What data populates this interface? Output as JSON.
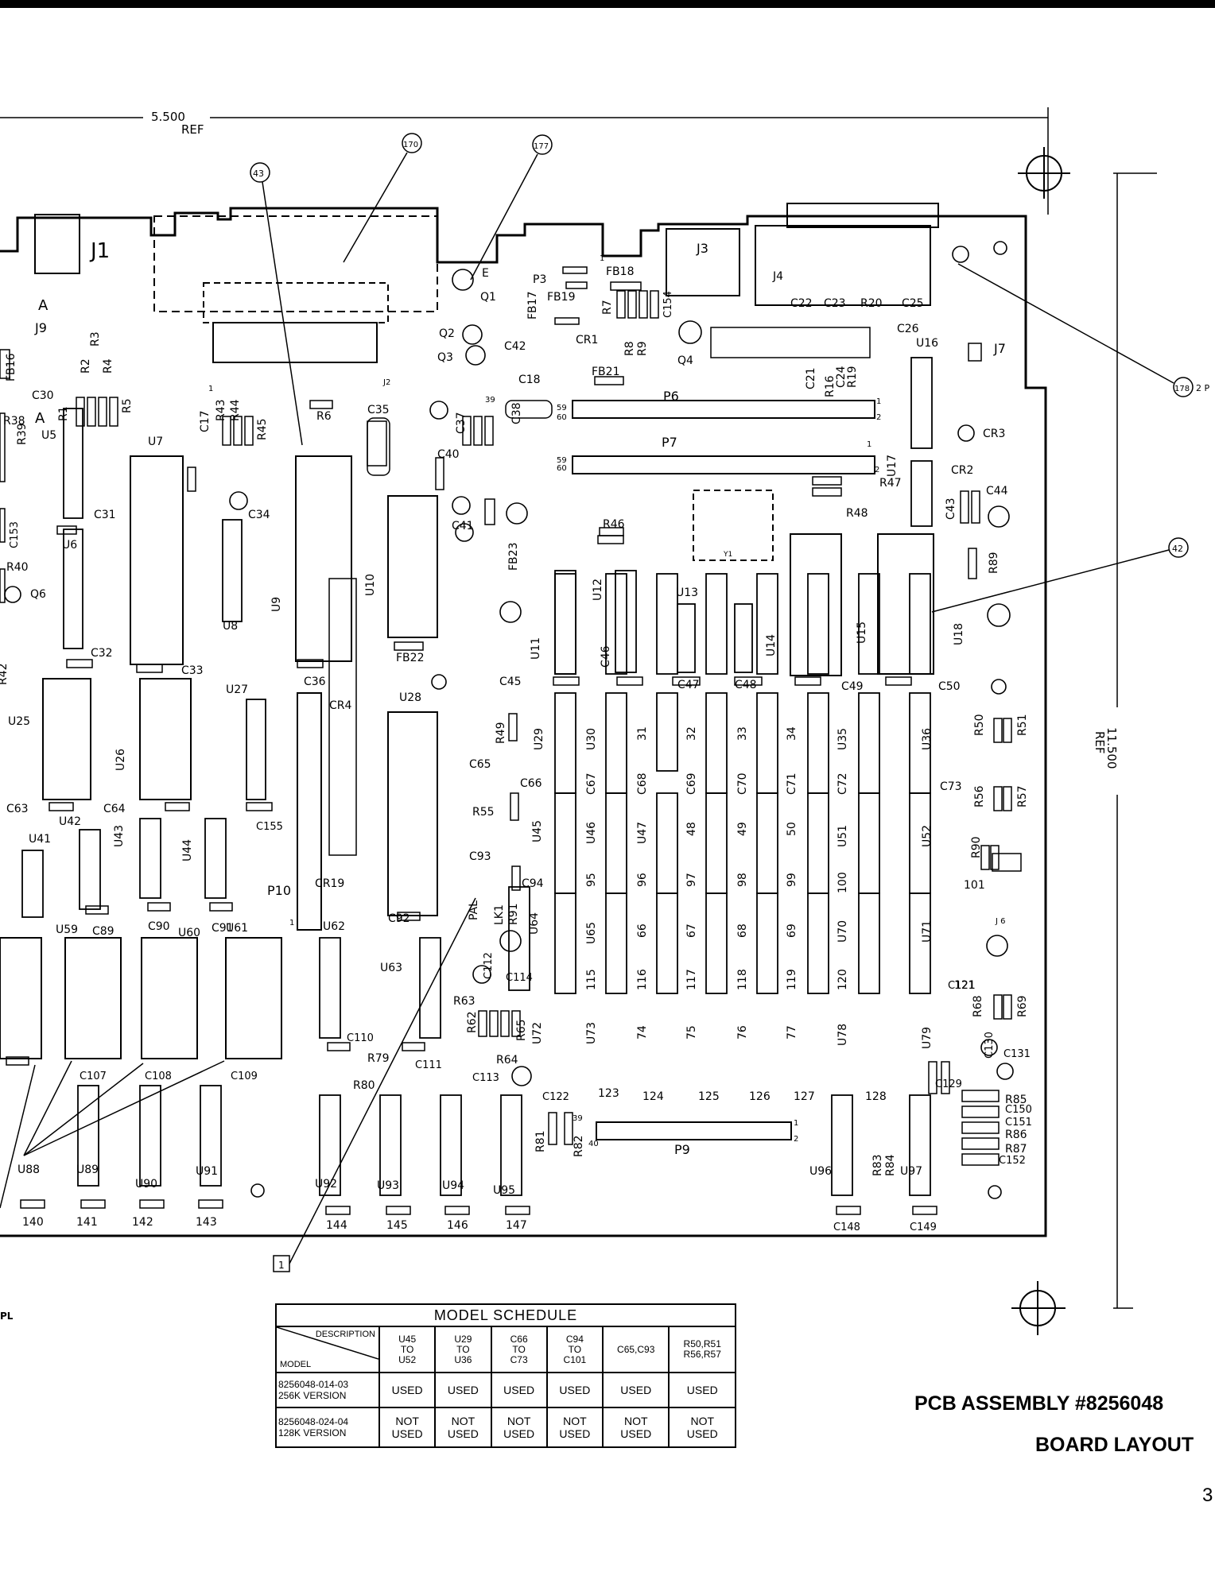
{
  "dimension_top": {
    "value": "5.500",
    "ref": "REF"
  },
  "dimension_right": {
    "value": "11.500",
    "ref": "REF"
  },
  "callouts": [
    "43",
    "170",
    "177",
    "178",
    "42"
  ],
  "callout_178_suffix": "2 P",
  "callout_box": "1",
  "connector_labels": {
    "j1": "J1",
    "j2": "J2",
    "j3": "J3",
    "j4": "J4",
    "j6": "J 6",
    "j7": "J7",
    "j9": "J9",
    "p6": "P6",
    "p7": "P7",
    "p9": "P9",
    "p10": "P10",
    "y1": "Y1",
    "a1": "A",
    "a2": "A"
  },
  "component_labels": [
    "U5",
    "U6",
    "U7",
    "U8",
    "U9",
    "U10",
    "U11",
    "U12",
    "U13",
    "U14",
    "U15",
    "U16",
    "U17",
    "U18",
    "U25",
    "U26",
    "U27",
    "U28",
    "U29",
    "U30",
    "31",
    "32",
    "33",
    "34",
    "U35",
    "U36",
    "U41",
    "U42",
    "U43",
    "U44",
    "U45",
    "U46",
    "U47",
    "48",
    "49",
    "50",
    "U51",
    "U52",
    "U59",
    "U60",
    "U61",
    "U62",
    "U63",
    "U64",
    "U65",
    "66",
    "67",
    "68",
    "69",
    "U70",
    "U71",
    "U72",
    "U73",
    "74",
    "75",
    "76",
    "77",
    "U78",
    "U79",
    "U88",
    "U89",
    "U90",
    "U91",
    "U92",
    "U93",
    "U94",
    "U95",
    "U96",
    "U97",
    "95",
    "96",
    "97",
    "98",
    "99",
    "100",
    "101",
    "115",
    "116",
    "117",
    "118",
    "119",
    "120",
    "121",
    "123",
    "124",
    "125",
    "126",
    "127",
    "128",
    "140",
    "141",
    "142",
    "143",
    "144",
    "145",
    "146",
    "147",
    "C17",
    "C18",
    "C22",
    "C23",
    "C25",
    "C26",
    "C30",
    "C31",
    "C32",
    "C33",
    "C34",
    "C35",
    "C36",
    "C37",
    "C38",
    "C40",
    "C41",
    "C42",
    "C43",
    "C44",
    "C45",
    "C46",
    "C47",
    "C48",
    "C49",
    "C50",
    "C63",
    "C64",
    "C65",
    "C66",
    "C67",
    "C68",
    "C69",
    "C70",
    "C71",
    "C72",
    "C73",
    "C89",
    "C90",
    "C91",
    "C92",
    "C93",
    "C94",
    "C107",
    "C108",
    "C109",
    "C110",
    "C111",
    "C112",
    "C113",
    "C114",
    "C121",
    "C122",
    "C129",
    "C130",
    "C131",
    "C148",
    "C149",
    "C150",
    "C151",
    "C152",
    "C153",
    "C154",
    "C155",
    "R1",
    "R2",
    "R3",
    "R4",
    "R5",
    "R6",
    "R7",
    "R8",
    "R9",
    "R19",
    "R20",
    "R38",
    "R39",
    "R40",
    "R42",
    "R43",
    "R44",
    "R45",
    "R46",
    "R47",
    "R48",
    "R49",
    "R50",
    "R51",
    "R55",
    "R56",
    "R57",
    "R62",
    "R63",
    "R64",
    "R65",
    "R68",
    "R69",
    "R79",
    "R80",
    "R81",
    "R82",
    "R83",
    "R84",
    "R85",
    "R86",
    "R87",
    "R89",
    "R90",
    "R91",
    "CR1",
    "CR2",
    "CR3",
    "CR4",
    "CR19",
    "Q1",
    "Q2",
    "Q3",
    "Q4",
    "Q6",
    "FB16",
    "FB17",
    "FB18",
    "FB19",
    "FB21",
    "FB22",
    "FB23",
    "PAL",
    "LK1",
    "E",
    "P3",
    "C24",
    "R16",
    "C21"
  ],
  "pin_numbers": [
    "1",
    "2",
    "39",
    "40",
    "59",
    "60"
  ],
  "schedule": {
    "caption": "MODEL SCHEDULE",
    "corner_desc": "DESCRIPTION",
    "corner_model": "MODEL",
    "columns": [
      [
        "U45",
        "TO",
        "U52"
      ],
      [
        "U29",
        "TO",
        "U36"
      ],
      [
        "C66",
        "TO",
        "C73"
      ],
      [
        "C94",
        "TO",
        "C101"
      ],
      [
        "C65,C93"
      ],
      [
        "R50,R51",
        "R56,R57"
      ]
    ],
    "rows": [
      {
        "model": [
          "8256048-014-03",
          "256K VERSION"
        ],
        "cells": [
          [
            "USED"
          ],
          [
            "USED"
          ],
          [
            "USED"
          ],
          [
            "USED"
          ],
          [
            "USED"
          ],
          [
            "USED"
          ]
        ]
      },
      {
        "model": [
          "8256048-024-04",
          "128K VERSION"
        ],
        "cells": [
          [
            "NOT",
            "USED"
          ],
          [
            "NOT",
            "USED"
          ],
          [
            "NOT",
            "USED"
          ],
          [
            "NOT",
            "USED"
          ],
          [
            "NOT",
            "USED"
          ],
          [
            "NOT",
            "USED"
          ]
        ]
      }
    ]
  },
  "left_fragment": "PL",
  "title_line1": "PCB ASSEMBLY #8256048",
  "title_line2": "BOARD LAYOUT",
  "page_number": "3"
}
